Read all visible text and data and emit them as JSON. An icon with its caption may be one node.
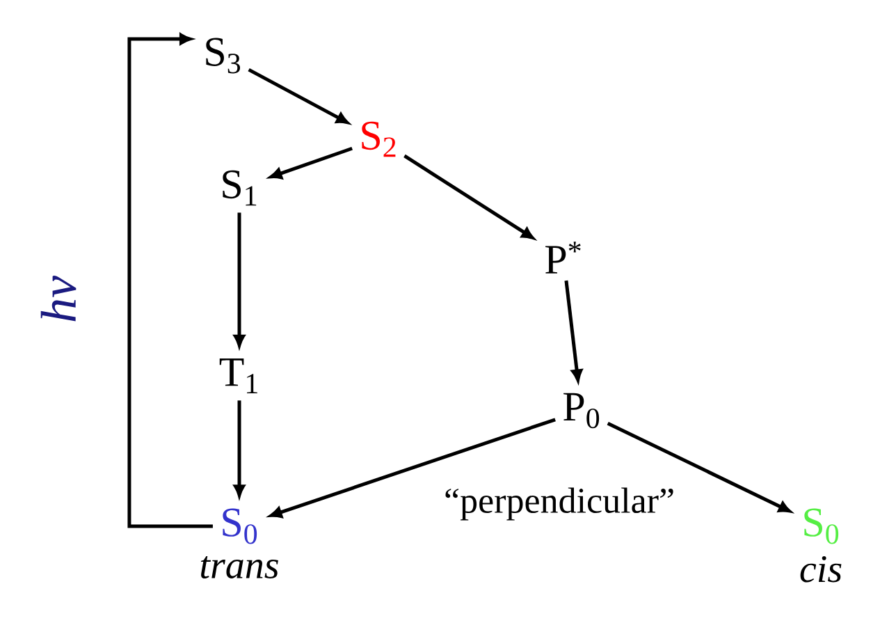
{
  "diagram": {
    "nodes": [
      {
        "text": [
          "S$_{3}$"
        ]
      },
      {
        "text": [
          "S$_{2}$"
        ]
      },
      {
        "text": [
          "S$_{1}$"
        ]
      },
      {
        "text": [
          "P$^{*}$"
        ]
      },
      {
        "text": [
          "T$_{1}$"
        ]
      },
      {
        "text": [
          "P$_{0}$"
        ]
      },
      {
        "text": [
          "S$_{0}$"
        ],
        "beside": [
          "trans"
        ]
      },
      {
        "text": [
          "S$_{0}$"
        ],
        "beside": [
          "cis"
        ]
      }
    ],
    "edges": [
      {
        "from": 6,
        "to": 0,
        "arrow": "to",
        "label": "hν"
      },
      {
        "from": 0,
        "to": 1,
        "arrow": "to"
      },
      {
        "from": 1,
        "to": 2,
        "arrow": "to"
      },
      {
        "from": 1,
        "to": 3,
        "arrow": "to"
      },
      {
        "from": 2,
        "to": 4,
        "arrow": "to"
      },
      {
        "from": 4,
        "to": 6,
        "arrow": "to"
      },
      {
        "from": 3,
        "to": 5,
        "arrow": "to"
      },
      {
        "from": 5,
        "to": 6,
        "arrow": "to"
      },
      {
        "from": 5,
        "to": 7,
        "arrow": "to"
      }
    ],
    "labels": [
      "“perpendicular”"
    ]
  }
}
